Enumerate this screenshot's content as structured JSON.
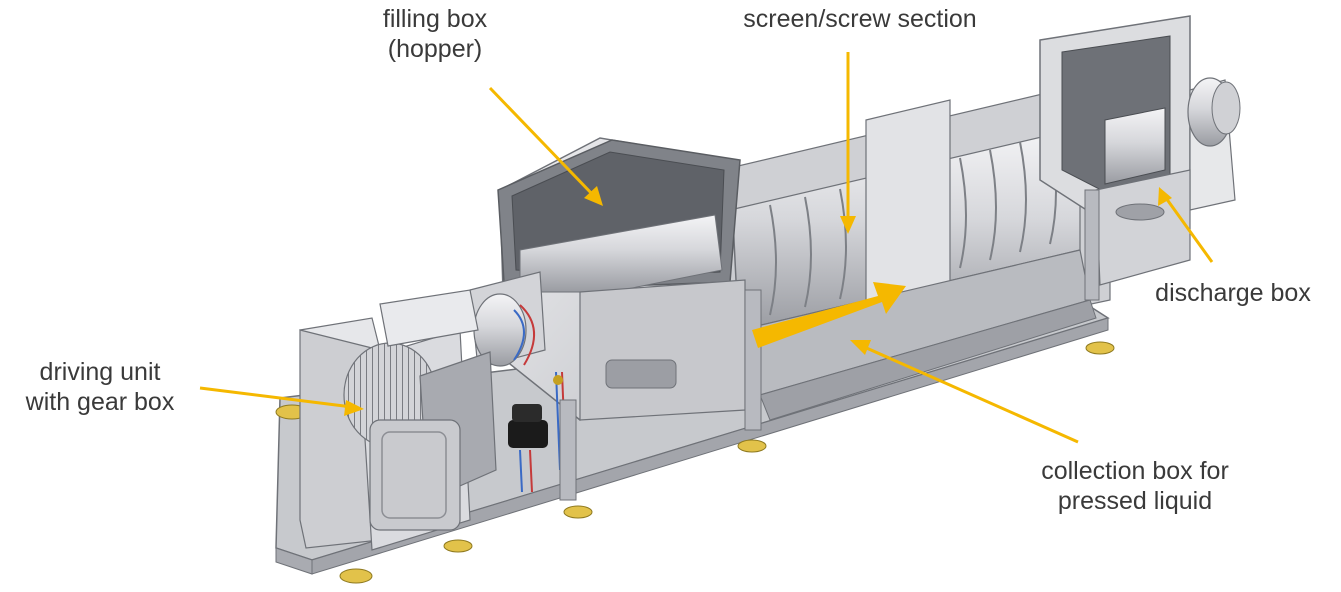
{
  "labels": {
    "filling_box": [
      "filling box",
      "(hopper)"
    ],
    "screen_screw": [
      "screen/screw section"
    ],
    "driving_unit": [
      "driving unit",
      "with gear box"
    ],
    "discharge_box": [
      "discharge box"
    ],
    "collection_box": [
      "collection box for",
      "pressed liquid"
    ]
  },
  "colors": {
    "arrow": "#f5b800",
    "label_text": "#3a3a3a",
    "machine_body": "#d9dade",
    "machine_shadow": "#a9abb1",
    "machine_outline": "#6f7278",
    "base_frame": "#c7c9cd",
    "feet": "#e2c24a",
    "motor_cable_red": "#c53a3a",
    "motor_cable_blue": "#3a6ac5",
    "valve_black": "#1b1b1b"
  }
}
